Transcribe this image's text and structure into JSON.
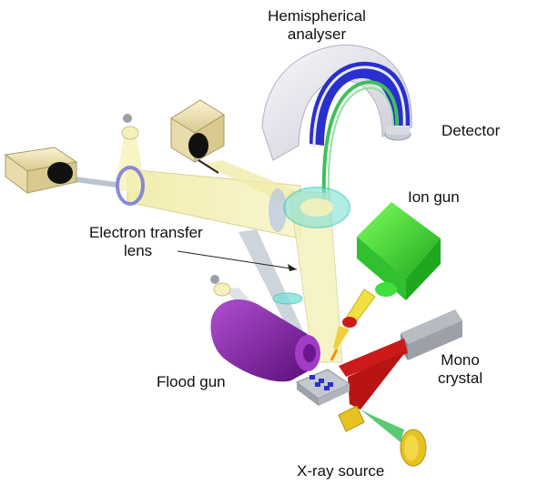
{
  "labels": {
    "hemispherical_analyser": [
      "Hemispherical",
      "analyser"
    ],
    "detector": "Detector",
    "ion_gun": "Ion gun",
    "electron_transfer_lens": [
      "Electron transfer",
      "lens"
    ],
    "flood_gun": "Flood gun",
    "mono_crystal": [
      "Mono",
      "crystal"
    ],
    "xray_source": "X-ray source"
  },
  "colors": {
    "analyser_shell": "#e8e8f0",
    "analyser_inner": "#2a2fcf",
    "electron_path": "#3fbf5a",
    "beam": "#f3f0b0",
    "ion_gun": "#3de03d",
    "flood_gun": "#8a1fa8",
    "xray_beam": "#cc1a1a",
    "mono_crystal": "#8a8f96",
    "lens_ring": "#7fe0d8",
    "xray_source": "#e6c320",
    "camera_body": "#f0e4b8"
  }
}
